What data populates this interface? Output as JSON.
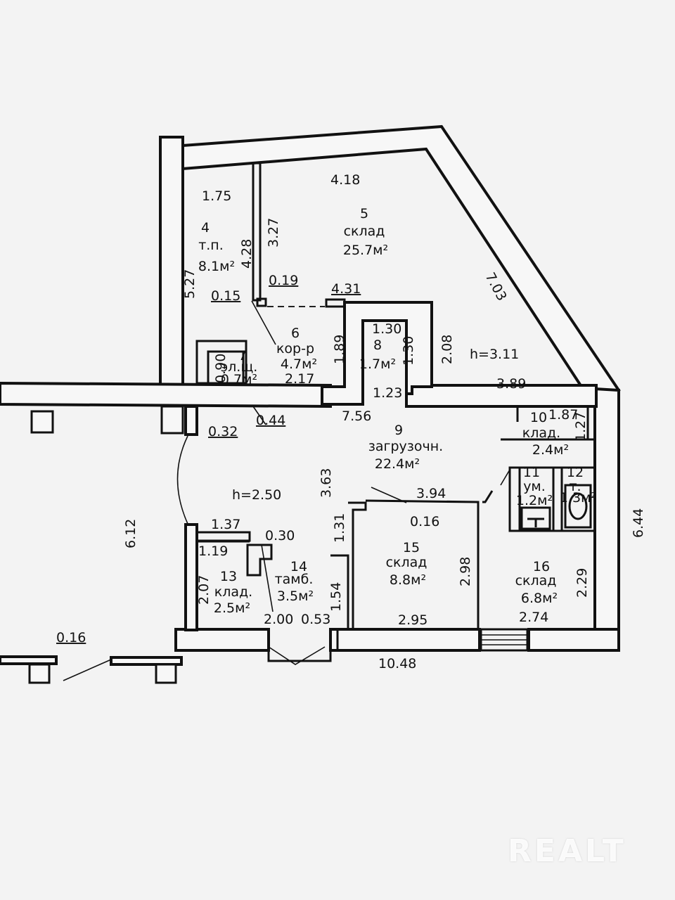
{
  "rooms": {
    "r4": {
      "num": "4",
      "name": "т.п.",
      "area": "8.1м²"
    },
    "r5": {
      "num": "5",
      "name": "склад",
      "area": "25.7м²"
    },
    "r6": {
      "num": "6",
      "name": "кор-р",
      "area": "4.7м²"
    },
    "r7": {
      "num": "7",
      "name": "эл.щ.",
      "area": "0.7м²"
    },
    "r8": {
      "num": "8",
      "area": "1.7м²"
    },
    "r9": {
      "num": "9",
      "name": "загрузочн.",
      "area": "22.4м²"
    },
    "r10": {
      "num": "10",
      "name": "клад.",
      "area": "2.4м²"
    },
    "r11": {
      "num": "11",
      "name": "ум.",
      "area": "1.2м²"
    },
    "r12": {
      "num": "12",
      "name": "т.",
      "area": "1.3м²"
    },
    "r13": {
      "num": "13",
      "name": "клад.",
      "area": "2.5м²"
    },
    "r14": {
      "num": "14",
      "name": "тамб.",
      "area": "3.5м²"
    },
    "r15": {
      "num": "15",
      "name": "склад",
      "area": "8.8м²"
    },
    "r16": {
      "num": "16",
      "name": "склад",
      "area": "6.8м²"
    }
  },
  "heights": {
    "h_upper": "h=3.11",
    "h_lower": "h=2.50"
  },
  "dims": {
    "d1_75": "1.75",
    "d4_18": "4.18",
    "d3_27": "3.27",
    "d4_28": "4.28",
    "d5_27": "5.27",
    "d7_03": "7.03",
    "d0_19": "0.19",
    "d0_15": "0.15",
    "d4_31": "4.31",
    "d1_30a": "1.30",
    "d1_30b": "1.30",
    "d1_89": "1.89",
    "d2_08": "2.08",
    "d0_90": "0.90",
    "d2_17": "2.17",
    "d1_23": "1.23",
    "d3_89": "3.89",
    "d0_44": "0.44",
    "d0_32": "0.32",
    "d7_56": "7.56",
    "d1_87": "1.87",
    "d1_27": "1.27",
    "d3_63": "3.63",
    "d3_94": "3.94",
    "d0_16a": "0.16",
    "d6_44": "6.44",
    "d6_12": "6.12",
    "d1_37": "1.37",
    "d0_30": "0.30",
    "d1_19": "1.19",
    "d2_07": "2.07",
    "d1_31": "1.31",
    "d2_98": "2.98",
    "d2_29": "2.29",
    "d1_54": "1.54",
    "d2_00": "2.00",
    "d0_53": "0.53",
    "d2_95": "2.95",
    "d2_74": "2.74",
    "d10_48": "10.48",
    "d0_16b": "0.16"
  },
  "watermark": "REALT"
}
